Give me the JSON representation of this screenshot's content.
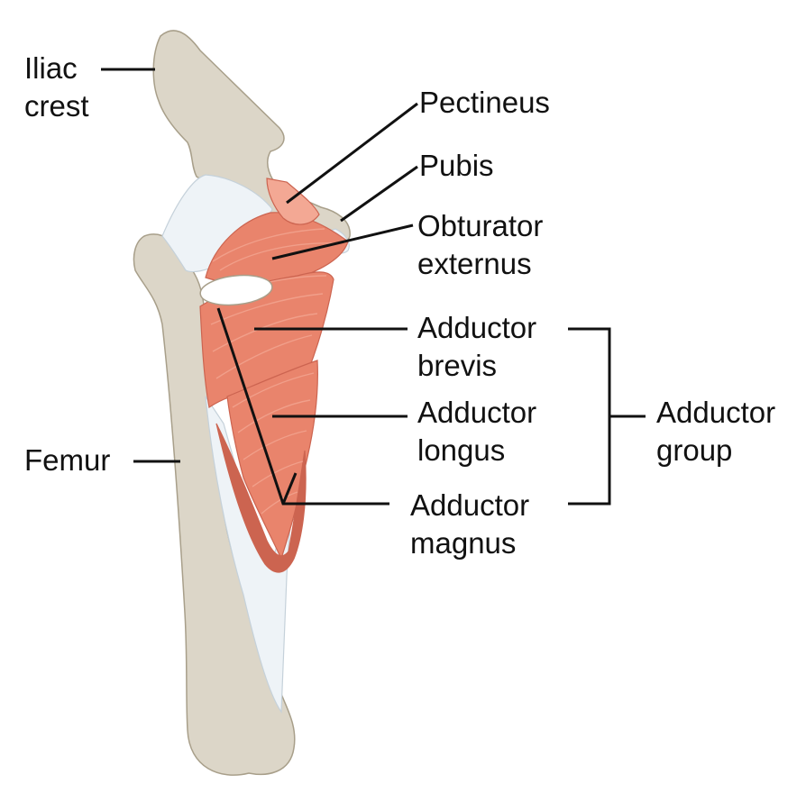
{
  "labels": {
    "iliac_crest": [
      "Iliac",
      "crest"
    ],
    "pectineus": [
      "Pectineus"
    ],
    "pubis": [
      "Pubis"
    ],
    "obturator_externus": [
      "Obturator",
      "externus"
    ],
    "adductor_brevis": [
      "Adductor",
      "brevis"
    ],
    "adductor_longus": [
      "Adductor",
      "longus"
    ],
    "adductor_magnus": [
      "Adductor",
      "magnus"
    ],
    "femur": [
      "Femur"
    ],
    "adductor_group": [
      "Adductor",
      "group"
    ]
  },
  "colors": {
    "bone": "#dcd6c8",
    "bone_shadow": "#c4bca9",
    "bone_outline": "#a89f8a",
    "muscle": "#e9846c",
    "muscle_dark": "#cc6450",
    "muscle_light": "#f3a894",
    "ligament": "#eef3f7",
    "ligament_shadow": "#c5d1da",
    "leader": "#111111"
  }
}
